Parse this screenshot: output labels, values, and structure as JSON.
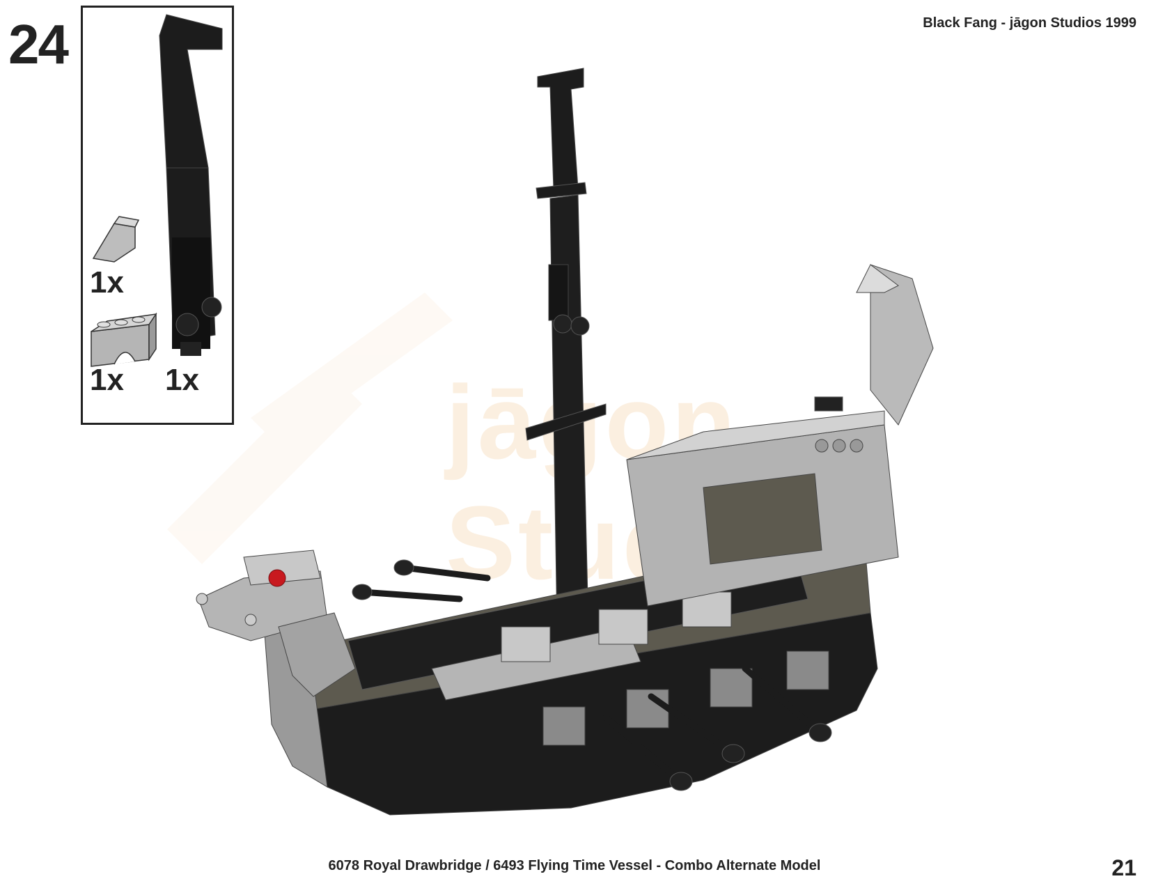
{
  "step": {
    "number": "24"
  },
  "header": {
    "title": "Black Fang - jāgon Studios 1999"
  },
  "footer": {
    "title": "6078 Royal Drawbridge / 6493 Flying Time Vessel - Combo Alternate Model",
    "page_number": "21"
  },
  "watermark": {
    "text": "jāgon Studios"
  },
  "parts": [
    {
      "name": "slope-brick",
      "quantity": "1x"
    },
    {
      "name": "arch-brick",
      "quantity": "1x"
    },
    {
      "name": "mast-piece",
      "quantity": "1x"
    }
  ],
  "colors": {
    "black": "#1c1c1c",
    "light_gray": "#b8b8b8",
    "dark_tan": "#5d5a4f",
    "red": "#c8191f",
    "outline": "#333333"
  }
}
